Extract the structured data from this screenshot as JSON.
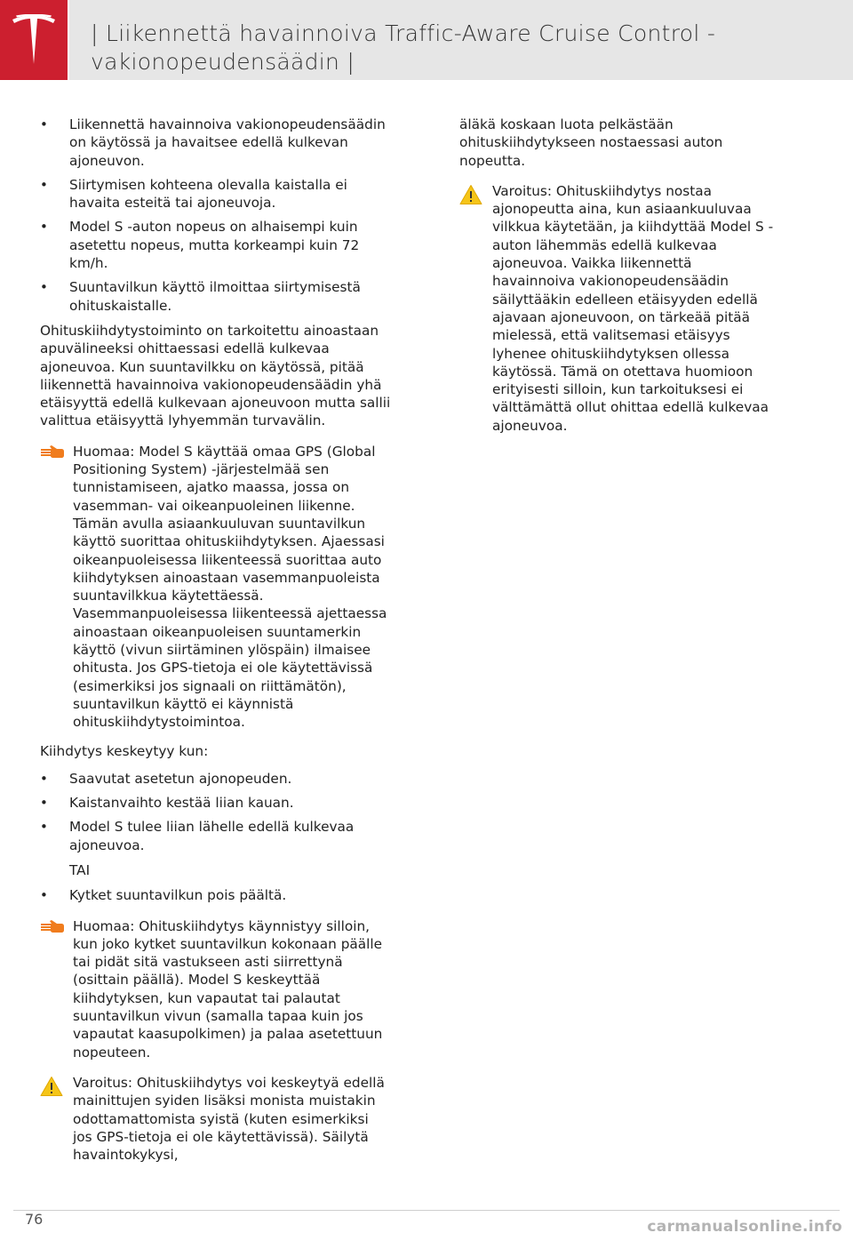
{
  "header": {
    "title": "| Liikennettä havainnoiva Traffic-Aware Cruise Control - vakionopeudensäädin |"
  },
  "left_column": {
    "bullets_1": [
      "Liikennettä havainnoiva vakionopeudensäädin on käytössä ja havaitsee edellä kulkevan ajoneuvon.",
      "Siirtymisen kohteena olevalla kaistalla ei havaita esteitä tai ajoneuvoja.",
      "Model S -auton nopeus on alhaisempi kuin asetettu nopeus, mutta korkeampi kuin 72 km/h.",
      "Suuntavilkun käyttö ilmoittaa siirtymisestä ohituskaistalle."
    ],
    "paragraph_1": "Ohituskiihdytystoiminto on tarkoitettu ainoastaan apuvälineeksi ohittaessasi edellä kulkevaa ajoneuvoa. Kun suuntavilkku on käytössä, pitää liikennettä havainnoiva vakionopeudensäädin yhä etäisyyttä edellä kulkevaan ajoneuvoon mutta sallii valittua etäisyyttä lyhyemmän turvavälin.",
    "note_1": "Huomaa: Model S käyttää omaa GPS (Global Positioning System) -järjestelmää sen tunnistamiseen, ajatko maassa, jossa on vasemman- vai oikeanpuoleinen liikenne. Tämän avulla asiaankuuluvan suuntavilkun käyttö suorittaa ohituskiihdytyksen. Ajaessasi oikeanpuoleisessa liikenteessä suorittaa auto kiihdytyksen ainoastaan vasemmanpuoleista suuntavilkkua käytettäessä. Vasemmanpuoleisessa liikenteessä ajettaessa ainoastaan oikeanpuoleisen suuntamerkin käyttö (vivun siirtäminen ylöspäin) ilmaisee ohitusta. Jos GPS-tietoja ei ole käytettävissä (esimerkiksi jos signaali on riittämätön), suuntavilkun käyttö ei käynnistä ohituskiihdytystoimintoa.",
    "paragraph_2": "Kiihdytys keskeytyy kun:",
    "bullets_2": [
      "Saavutat asetetun ajonopeuden.",
      "Kaistanvaihto kestää liian kauan.",
      "Model S tulee liian lähelle edellä kulkevaa ajoneuvoa."
    ],
    "tai": "TAI",
    "bullets_3": [
      "Kytket suuntavilkun pois päältä."
    ],
    "note_2": "Huomaa: Ohituskiihdytys käynnistyy silloin, kun joko kytket suuntavilkun kokonaan päälle tai pidät sitä vastukseen asti siirrettynä (osittain päällä). Model S keskeyttää kiihdytyksen, kun vapautat tai palautat suuntavilkun vivun (samalla tapaa kuin jos vapautat kaasupolkimen) ja palaa asetettuun nopeuteen.",
    "warning_1": "Varoitus: Ohituskiihdytys voi keskeytyä edellä mainittujen syiden lisäksi monista muistakin odottamattomista syistä (kuten esimerkiksi jos GPS-tietoja ei ole käytettävissä). Säilytä havaintokykysi,"
  },
  "right_column": {
    "paragraph_1": "äläkä koskaan luota pelkästään ohituskiihdytykseen nostaessasi auton nopeutta.",
    "warning_2": "Varoitus: Ohituskiihdytys nostaa ajonopeutta aina, kun asiaankuuluvaa vilkkua käytetään, ja kiihdyttää Model S -auton lähemmäs edellä kulkevaa ajoneuvoa. Vaikka liikennettä havainnoiva vakionopeudensäädin säilyttääkin edelleen etäisyyden edellä ajavaan ajoneuvoon, on tärkeää pitää mielessä, että valitsemasi etäisyys lyhenee ohituskiihdytyksen ollessa käytössä. Tämä on otettava huomioon erityisesti silloin, kun tarkoituksesi ei välttämättä ollut ohittaa edellä kulkevaa ajoneuvoa."
  },
  "footer": {
    "page_number": "76",
    "watermark": "carmanualsonline.info"
  },
  "colors": {
    "logo_red": "#cc1f2f",
    "header_gray": "#e6e6e6",
    "note_orange": "#f07c1d",
    "warning_yellow": "#f5c518"
  },
  "icons": [
    "tesla-logo-icon",
    "pointing-hand-icon",
    "warning-triangle-icon"
  ]
}
